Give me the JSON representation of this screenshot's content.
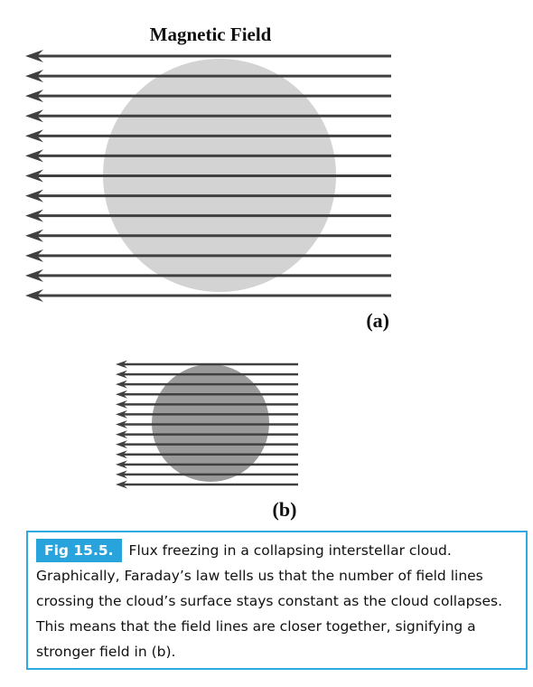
{
  "figure": {
    "title": "Magnetic Field",
    "panel_a_label": "(a)",
    "panel_b_label": "(b)",
    "colors": {
      "line": "#404040",
      "cloud_a": "#d3d3d3",
      "cloud_b": "#999999",
      "caption_border": "#2fa9e1",
      "caption_tag": "#29a3dc"
    }
  },
  "caption": {
    "tag": "Fig 15.5.",
    "text": "Flux freezing in a collapsing interstellar cloud. Graphically, Faraday’s law tells us that the number of field lines crossing the cloud’s surface stays constant as the cloud collapses. This means that the field lines are closer together, signifying a stronger field in (b)."
  }
}
